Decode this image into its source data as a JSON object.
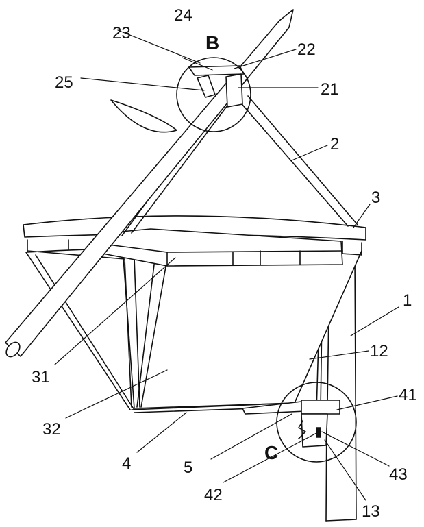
{
  "labels": {
    "l1": "1",
    "l2": "2",
    "l3": "3",
    "l4": "4",
    "l5": "5",
    "l12": "12",
    "l13": "13",
    "l21": "21",
    "l22": "22",
    "l23": "23",
    "l24": "24",
    "l25": "25",
    "l31": "31",
    "l32": "32",
    "l41": "41",
    "l42": "42",
    "l43": "43"
  },
  "callouts": {
    "detail_b": "B",
    "detail_c": "C"
  },
  "colors": {
    "line": "#111111",
    "fill": "#ffffff"
  }
}
